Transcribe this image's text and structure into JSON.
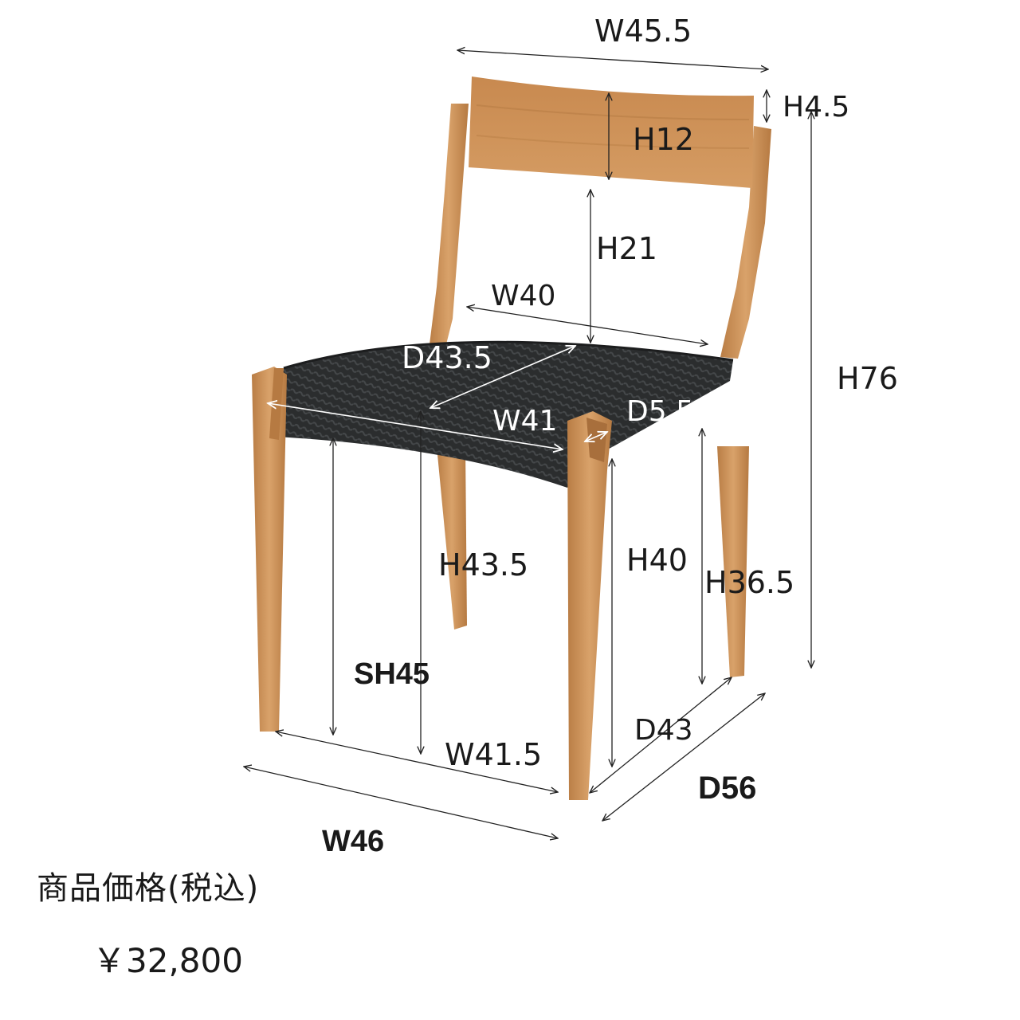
{
  "product": {
    "price_label": "商品価格(税込)",
    "price_value": "￥32,800"
  },
  "dimensions": {
    "top_width": "W45.5",
    "top_rail_height": "H4.5",
    "back_rail_height": "H12",
    "back_gap_height": "H21",
    "total_height": "H76",
    "seat_back_width": "W40",
    "seat_depth": "D43.5",
    "seat_front_width": "W41",
    "seat_rail_depth": "D5.5",
    "front_leg_height": "H43.5",
    "side_leg_height": "H40",
    "rear_rail_height": "H36.5",
    "seat_height": "SH45",
    "leg_depth": "D43",
    "floor_width": "W41.5",
    "overall_depth": "D56",
    "overall_width": "W46"
  },
  "colors": {
    "wood": "#c98f55",
    "wood_dark": "#a86f3c",
    "seat_cord": "#2b2d2e",
    "text": "#1a1a1a"
  }
}
